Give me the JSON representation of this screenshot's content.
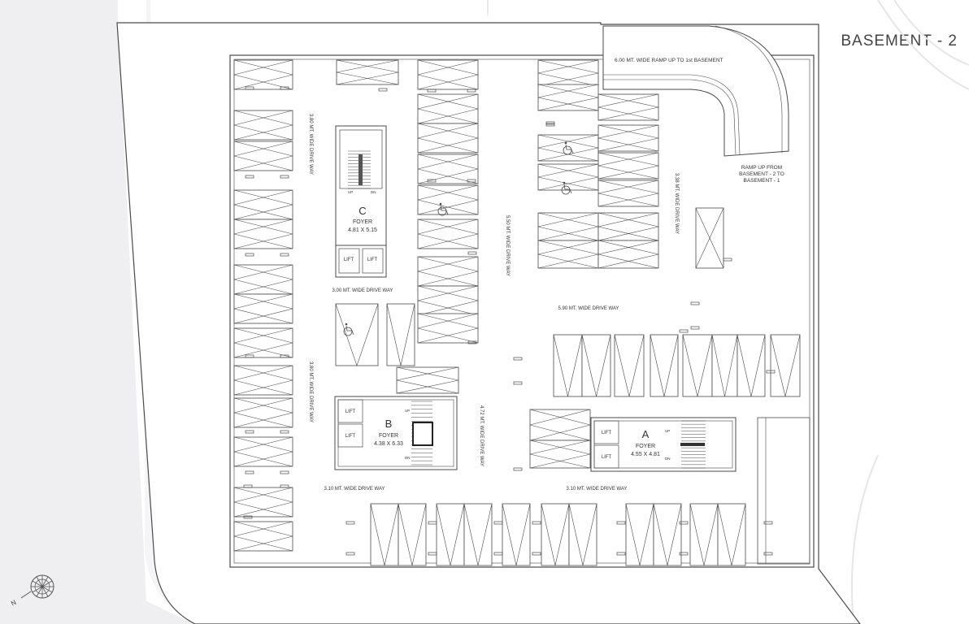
{
  "sheet_title": "BASEMENT - 2",
  "colors": {
    "line": "#4a4a4a",
    "background_shape": "#efeff1",
    "outline_arc": "#ececef"
  },
  "icons": {
    "compass": "compass-rose-icon",
    "accessible": "wheelchair-icon"
  },
  "north_label": "N",
  "ramp": {
    "top_label": "6.00 MT. WIDE  RAMP UP TO 1st BASEMENT",
    "side_label": [
      "RAMP UP FROM",
      "BASEMENT - 2 TO",
      "BASEMENT - 1"
    ]
  },
  "cores": [
    {
      "letter": "C",
      "label": "FOYER",
      "size": "4.81 X 5.15",
      "lift_label": "LIFT",
      "up": "UP",
      "dn": "DN"
    },
    {
      "letter": "B",
      "label": "FOYER",
      "size": "4.38 X 6.33",
      "lift_label": "LIFT",
      "up": "UP",
      "dn": "DN"
    },
    {
      "letter": "A",
      "label": "FOYER",
      "size": "4.55 X 4.81",
      "lift_label": "LIFT",
      "up": "UP",
      "dn": "DN"
    }
  ],
  "driveways": {
    "left_upper": "3.80 MT. WIDE DRIVE WAY",
    "left_lower": "3.80 MT. WIDE DRIVE WAY",
    "center_3m": "3.00 MT. WIDE DRIVE WAY",
    "center_550": "5.50 MT. WIDE DRIVE WAY",
    "right_338": "3.38 MT. WIDE DRIVE WAY",
    "mid_590": "5.90 MT. WIDE DRIVE WAY",
    "center_472": "4.72 MT. WIDE DRIVE WAY",
    "bottom_left_310": "3.10 MT. WIDE DRIVE WAY",
    "bottom_right_310": "3.10 MT. WIDE DRIVE WAY"
  }
}
